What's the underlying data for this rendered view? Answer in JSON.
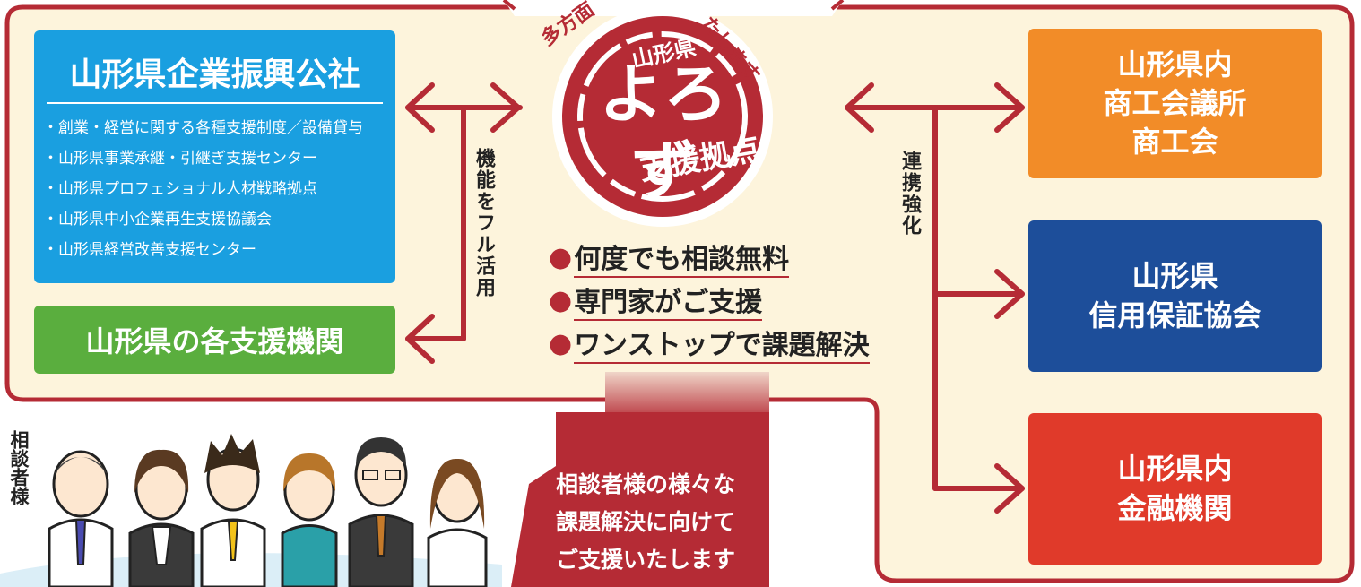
{
  "colors": {
    "frame": "#b52b35",
    "frame_fill": "#fdf4dc",
    "blue_box": "#1a9fe0",
    "green_box": "#5aae3e",
    "orange_box": "#f28c28",
    "navy_box": "#1d4e9a",
    "red_box": "#e03a2a"
  },
  "corporation": {
    "title": "山形県企業振興公社",
    "items": [
      "・創業・経営に関する各種支援制度／設備貸与",
      "・山形県事業承継・引継ぎ支援センター",
      "・山形県プロフェショナル人材戦略拠点",
      "・山形県中小企業再生支援協議会",
      "・山形県経営改善支援センター"
    ]
  },
  "support_agencies": {
    "title": "山形県の各支援機関"
  },
  "left_connector_label": "機能をフル活用",
  "right_connector_label": "連携強化",
  "hub": {
    "arc_text_left": "多方面",
    "arc_text_right": "たします。",
    "small_text": "山形県",
    "main_text": "よろず",
    "sub_text": "支援拠点"
  },
  "points": [
    "何度でも相談無料",
    "専門家がご支援",
    "ワンストップで課題解決"
  ],
  "partners": [
    {
      "title_lines": [
        "山形県内",
        "商工会議所",
        "商工会"
      ],
      "icon": "orange-box"
    },
    {
      "title_lines": [
        "山形県",
        "信用保証協会"
      ],
      "icon": "navy-box"
    },
    {
      "title_lines": [
        "山形県内",
        "金融機関"
      ],
      "icon": "red-box"
    }
  ],
  "consultants": {
    "side_label": "相談者様",
    "figure_count": 6,
    "speech_lines": [
      "相談者様の様々な",
      "課題解決に向けて",
      "ご支援いたします"
    ]
  }
}
